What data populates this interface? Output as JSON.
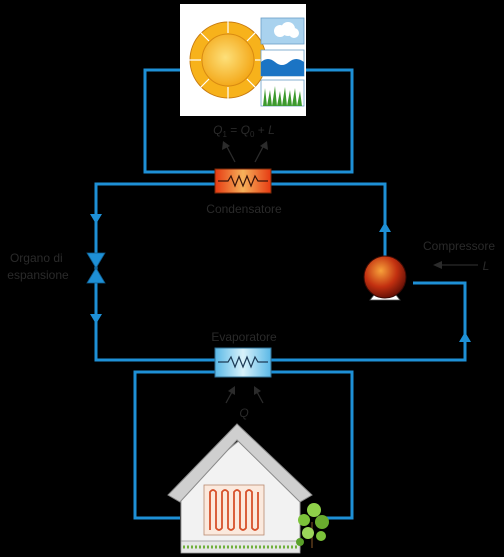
{
  "labels": {
    "heat_relation": {
      "q1": "Q",
      "q1_sub": "1",
      "eq": " = ",
      "q0": "Q",
      "q0_sub": "0",
      "plus": " + ",
      "l": "L"
    },
    "condenser": "Condensatore",
    "compressor": "Compressore",
    "compressor_work": "L",
    "expansion_line1": "Organo di",
    "expansion_line2": "espansione",
    "evaporator": "Evaporatore",
    "heat_q": "Q"
  },
  "colors": {
    "background": "#000000",
    "pipe": "#1e90d6",
    "condenser_hot": "#e63a12",
    "condenser_warm": "#f6b15a",
    "evaporator_cold": "#7ccfee",
    "sun": "#f7b21b",
    "compressor": "#c23010"
  },
  "icons": [
    "sun-icon",
    "cloud-icon",
    "water-wave-icon",
    "grass-icon",
    "house-icon",
    "plant-icon",
    "coil-icon",
    "valve-icon",
    "flow-arrow-icon"
  ]
}
